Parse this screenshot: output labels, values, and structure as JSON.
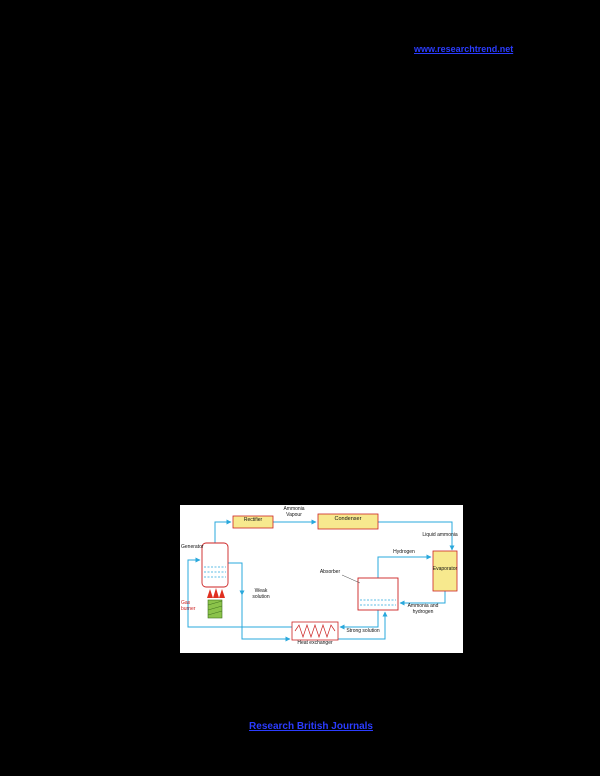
{
  "page": {
    "top_link": "www.researchtrend.net",
    "bottom_link": "Research British Journals"
  },
  "figure": {
    "labels": {
      "ammonia_vapour": "Ammonia Vapour",
      "rectifier": "Rectifier",
      "condenser": "Condenser",
      "liquid_ammonia": "Liquid ammonia",
      "hydrogen": "Hydrogen",
      "evaporator": "Evaporator",
      "generator": "Generator",
      "gas_burner": "Gas burner",
      "weak_solution": "Weak solution",
      "absorber": "Absorber",
      "ammonia_and_hydrogen": "Ammonia and hydrogen",
      "strong_solution": "Strong solution",
      "heat_exchanger": "Heat exchanger"
    },
    "colors": {
      "line": "#29a8dc",
      "box_border": "#cc2222",
      "box_fill": "#f7e98e",
      "burner": "#8bc34a",
      "flame": "#e03020",
      "label_red": "#cc2222",
      "link": "#2b3cff"
    }
  }
}
